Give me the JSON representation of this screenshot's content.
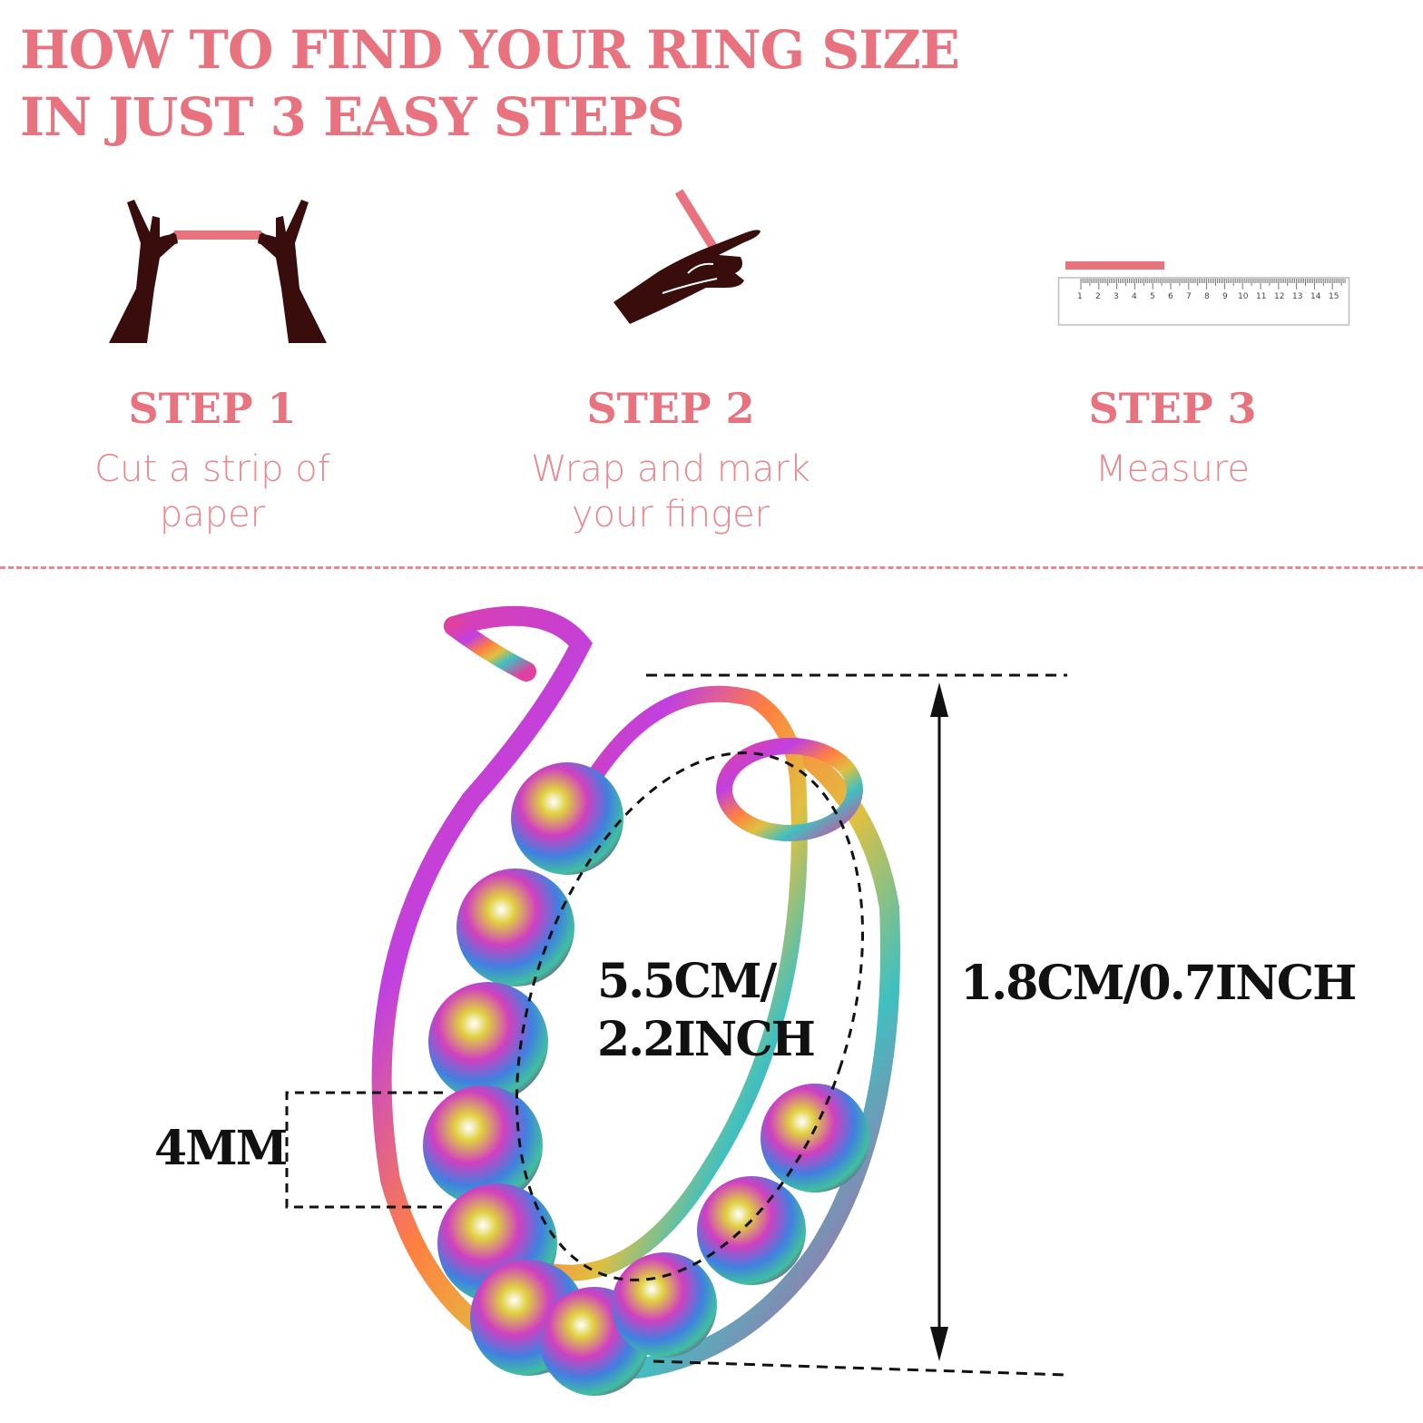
{
  "title": {
    "line1": "HOW TO FIND YOUR RING SIZE",
    "line2": "IN JUST 3 EASY STEPS"
  },
  "steps": [
    {
      "label": "STEP 1",
      "desc_line1": "Cut a strip of",
      "desc_line2": "paper",
      "icon": "hands-holding-strip-icon"
    },
    {
      "label": "STEP 2",
      "desc_line1": "Wrap and mark",
      "desc_line2": "your finger",
      "icon": "hand-marking-finger-icon"
    },
    {
      "label": "STEP 3",
      "desc_line1": "Measure",
      "desc_line2": "",
      "icon": "ruler-icon"
    }
  ],
  "ruler": {
    "ticks": [
      "1",
      "2",
      "3",
      "4",
      "5",
      "6",
      "7",
      "8",
      "9",
      "10",
      "11",
      "12",
      "13",
      "14",
      "15"
    ]
  },
  "dimensions": {
    "bead_size": "4MM",
    "diameter_line1": "5.5CM/",
    "diameter_line2": "2.2INCH",
    "height": "1.8CM/0.7INCH"
  },
  "colors": {
    "accent": "#e8737f",
    "hand": "#3a0d0d",
    "strip": "#e8737f",
    "text_dark": "#111111"
  }
}
